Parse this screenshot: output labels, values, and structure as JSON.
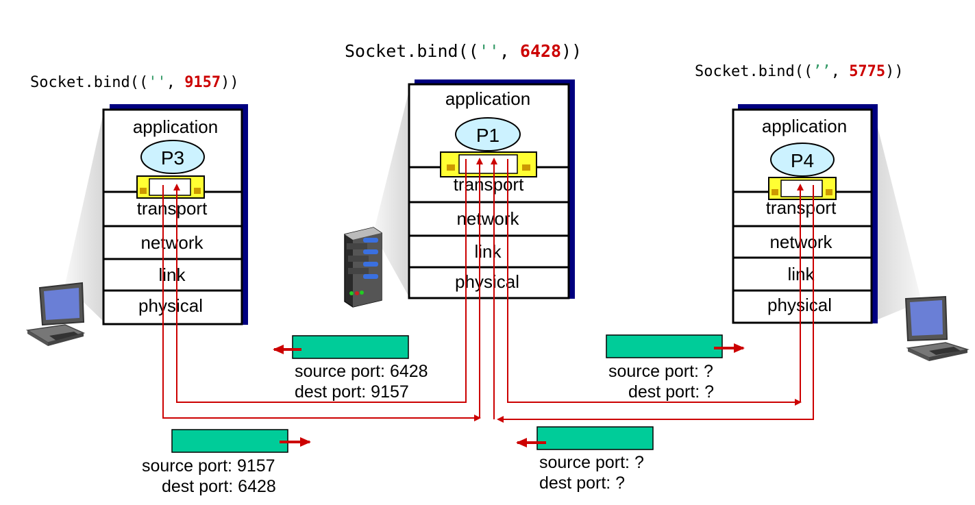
{
  "hosts": {
    "left": {
      "bind": {
        "prefix": "Socket.bind((",
        "quotes": "''",
        "sep": ", ",
        "port": "9157",
        "suffix": "))"
      },
      "process": "P3",
      "layers": [
        "application",
        "transport",
        "network",
        "link",
        "physical"
      ]
    },
    "center": {
      "bind": {
        "prefix": "Socket.bind((",
        "quotes": "''",
        "sep": ", ",
        "port": "6428",
        "suffix": "))"
      },
      "process": "P1",
      "layers": [
        "application",
        "transport",
        "network",
        "link",
        "physical"
      ]
    },
    "right": {
      "bind": {
        "prefix": "Socket.bind((",
        "quotes": "’’",
        "sep": ", ",
        "port": "5775",
        "suffix": "))"
      },
      "process": "P4",
      "layers": [
        "application",
        "transport",
        "network",
        "link",
        "physical"
      ]
    }
  },
  "segments": {
    "s1": {
      "source": "source port: 6428",
      "dest": "dest port: 9157"
    },
    "s2": {
      "source": "source port: 9157",
      "dest": "dest port: 6428"
    },
    "s3": {
      "source": "source port: ?",
      "dest": "dest port: ?"
    },
    "s4": {
      "source": "source port: ?",
      "dest": "dest port: ?"
    }
  },
  "colors": {
    "stack_shadow": "#000080",
    "socket": "#ffff33",
    "segment": "#00cc99",
    "arrow": "#cc0000",
    "process_fill": "#ccf2ff",
    "code_port": "#cc0000",
    "code_quote": "#339966"
  }
}
